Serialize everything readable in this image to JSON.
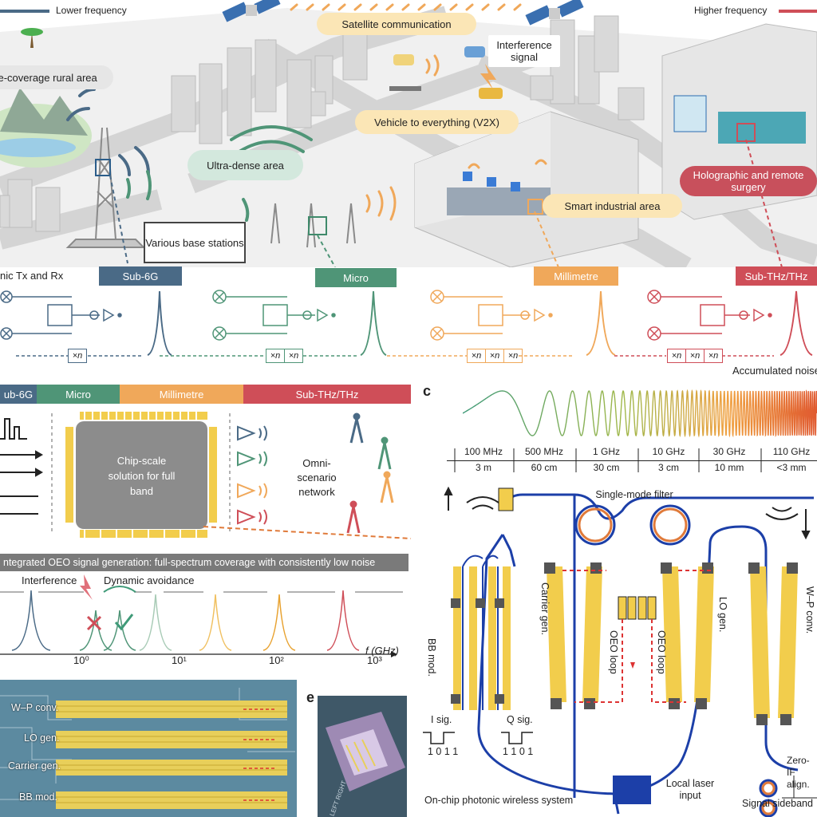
{
  "legend": {
    "lower": "Lower frequency",
    "higher": "Higher frequency",
    "lower_color": "#4a6a86",
    "higher_color": "#cf4e58"
  },
  "scene": {
    "satellite": "Satellite communication",
    "rural": "de-coverage rural area",
    "interference": "Interference signal",
    "v2x": "Vehicle to everything (V2X)",
    "ultra_dense": "Ultra-dense area",
    "industrial": "Smart industrial area",
    "surgery": "Holographic and remote surgery",
    "base_stations": "Various base stations"
  },
  "panel_a": {
    "title": "nic Tx and Rx",
    "bands": [
      {
        "label": "Sub-6G",
        "color": "#4a6a86"
      },
      {
        "label": "Micro",
        "color": "#4f9577"
      },
      {
        "label": "Millimetre",
        "color": "#f0a85a"
      },
      {
        "label": "Sub-THz/THz",
        "color": "#cf4e58"
      }
    ],
    "multipliers": [
      [
        "×n"
      ],
      [
        "×n",
        "×n"
      ],
      [
        "×n",
        "×n",
        "×n"
      ],
      [
        "×n",
        "×n",
        "×n"
      ]
    ],
    "noise_label": "Accumulated noise"
  },
  "panel_b": {
    "band_bar": [
      "ub-6G",
      "Micro",
      "Millimetre",
      "Sub-THz/THz"
    ],
    "chip_text": "Chip-scale solution for full band",
    "network": "Omni-scenario network",
    "banner": "ntegrated OEO signal generation: full-spectrum coverage with consistently low noise",
    "interference": "Interference",
    "avoidance": "Dynamic avoidance",
    "x_axis_label": "f (GHz)",
    "ticks": [
      "10⁰",
      "10¹",
      "10²",
      "10³"
    ]
  },
  "panel_c": {
    "label": "c",
    "freqs": [
      {
        "f": "100 MHz",
        "w": "3 m"
      },
      {
        "f": "500 MHz",
        "w": "60 cm"
      },
      {
        "f": "1 GHz",
        "w": "30 cm"
      },
      {
        "f": "10 GHz",
        "w": "3 cm"
      },
      {
        "f": "30 GHz",
        "w": "10 mm"
      },
      {
        "f": "110 GHz",
        "w": "<3 mm"
      }
    ],
    "single_mode": "Single-mode filter",
    "bb_mod": "BB mod.",
    "carrier_gen": "Carrier gen.",
    "oeo_loop": "OEO loop",
    "lo_gen": "LO gen.",
    "wp_conv": "W–P conv.",
    "i_sig": "I sig.",
    "i_bits": "1 0 1 1",
    "q_sig": "Q sig.",
    "q_bits": "1 1 0 1",
    "laser": "Local laser input",
    "system": "On-chip photonic wireless system",
    "zero_if": "Zero-IF align.",
    "sideband": "Signal sideband"
  },
  "panel_d": {
    "rows": [
      "W–P conv.",
      "LO gen.",
      "Carrier gen.",
      "BB mod."
    ]
  },
  "panel_e": {
    "label": "e",
    "chip_mark": "LEFT RIGHT"
  }
}
